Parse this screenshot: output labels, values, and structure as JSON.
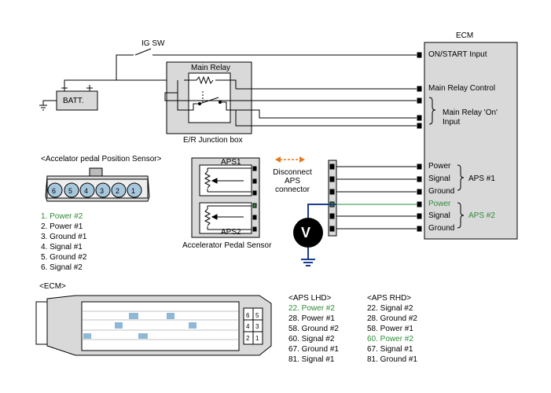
{
  "top": {
    "ig_sw": "IG SW",
    "batt": "BATT.",
    "main_relay": "Main Relay",
    "junction_box": "E/R Junction box",
    "ecm": "ECM"
  },
  "ecm_pins": {
    "on_start": "ON/START Input",
    "main_relay_control": "Main Relay Control",
    "main_relay_on_line1": "Main Relay 'On'",
    "main_relay_on_line2": "Input",
    "power": "Power",
    "signal": "Signal",
    "ground": "Ground",
    "power2": "Power",
    "signal2": "Signal",
    "ground2": "Ground",
    "aps1_group": "APS #1",
    "aps2_group": "APS #2"
  },
  "sensor": {
    "title": "<Accelator pedal Position Sensor>",
    "pins": [
      "6",
      "5",
      "4",
      "3",
      "2",
      "1"
    ],
    "legend": [
      "1. Power #2",
      "2. Power #1",
      "3. Ground #1",
      "4. Signal #1",
      "5. Ground #2",
      "6. Signal #2"
    ],
    "aps1": "APS1",
    "aps2": "APS2",
    "caption": "Accelerator Pedal Sensor",
    "disconnect": [
      "Disconnect",
      "APS",
      "connector"
    ],
    "voltmeter": "V"
  },
  "ecm_connector": {
    "title": "<ECM>",
    "side_pins": [
      "6",
      "5",
      "4",
      "3",
      "2",
      "1"
    ]
  },
  "aps_lhd": {
    "title": "<APS LHD>",
    "items": [
      "22. Power #2",
      "28. Power #1",
      "58. Ground #2",
      "60. Signal #2",
      "67. Ground #1",
      "81. Signal #1"
    ]
  },
  "aps_rhd": {
    "title": "<APS RHD>",
    "items": [
      "22. Signal #2",
      "28. Ground #2",
      "58. Power #1",
      "60. Power #2",
      "67. Signal #1",
      "81. Ground #1"
    ]
  },
  "colors": {
    "highlight": "#2e8b3a",
    "probe": "#1a3d8f",
    "arrow": "#e8771a",
    "pin_fill": "#a7c7dd",
    "box_shade": "#d9d9d9"
  }
}
